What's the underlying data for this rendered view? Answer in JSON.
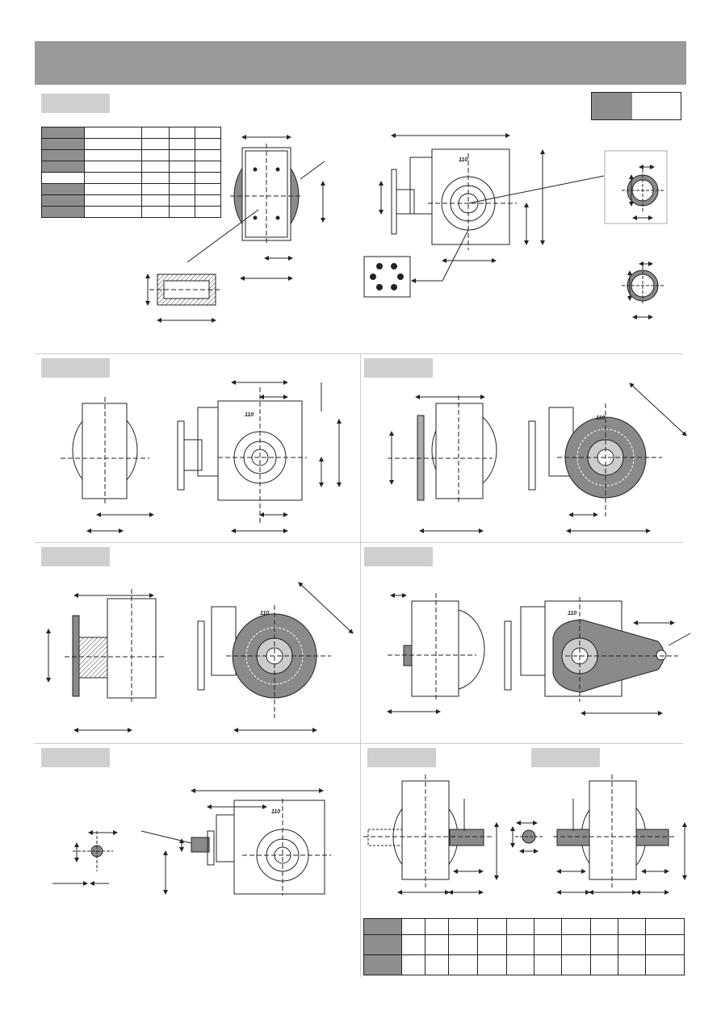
{
  "header": {
    "title": ""
  },
  "model_box": {
    "value": ""
  },
  "spec_table": {
    "rows": 8
  },
  "drawings": {
    "casting_mark": "110"
  },
  "bottom_table": {
    "rows": 3,
    "cols": 11
  },
  "colors": {
    "header": "#9a9a9a",
    "tag": "#cfcfcf",
    "dark_cell": "#8e8e8e",
    "line": "#222222",
    "fill": "#8a8a8a"
  }
}
